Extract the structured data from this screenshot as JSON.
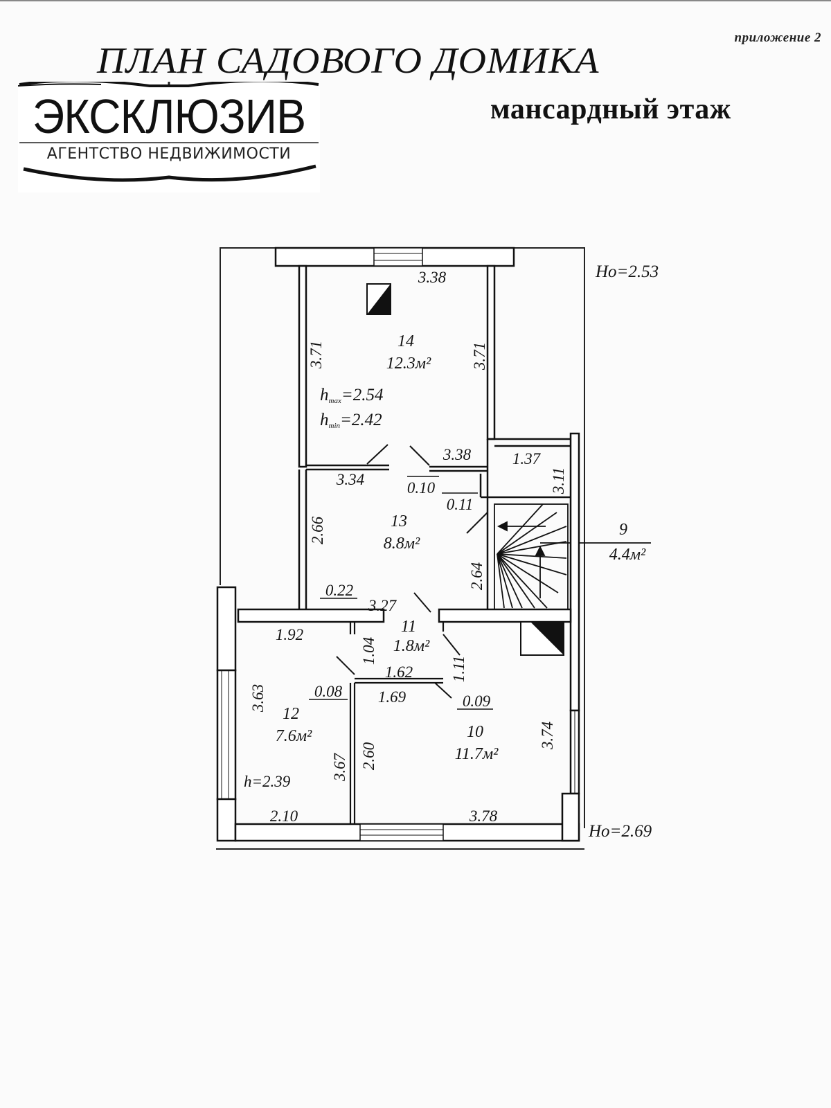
{
  "header": {
    "appendix": "приложение 2",
    "title": "ПЛАН САДОВОГО ДОМИКА",
    "subtitle": "мансардный этаж"
  },
  "logo": {
    "name": "ЭКСКЛЮЗИВ",
    "tagline": "АГЕНТСТВО НЕДВИЖИМОСТИ"
  },
  "plan": {
    "heights": {
      "top": "Ho=2.53",
      "bottom": "Ho=2.69"
    },
    "rooms": {
      "r14": {
        "number": "14",
        "area": "12.3м²",
        "hmax": "2.54",
        "hmin": "2.42"
      },
      "r13": {
        "number": "13",
        "area": "8.8м²"
      },
      "r9": {
        "number": "9",
        "area": "4.4м²"
      },
      "r11": {
        "number": "11",
        "area": "1.8м²"
      },
      "r12": {
        "number": "12",
        "area": "7.6м²",
        "height": "h=2.39"
      },
      "r10": {
        "number": "10",
        "area": "11.7м²"
      }
    },
    "dims": {
      "d1": "3.38",
      "d2": "3.71",
      "d3": "3.71",
      "d4": "3.38",
      "d5": "3.34",
      "d6": "0.10",
      "d7": "0.11",
      "d8": "1.37",
      "d9": "3.11",
      "d10": "2.66",
      "d11": "2.64",
      "d12": "0.22",
      "d13": "3.27",
      "d14": "1.92",
      "d15": "1.04",
      "d16": "1.62",
      "d17": "1.11",
      "d18": "0.08",
      "d19": "1.69",
      "d20": "0.09",
      "d21": "3.63",
      "d22": "3.67",
      "d23": "2.60",
      "d24": "3.74",
      "d25": "2.10",
      "d26": "3.78"
    }
  }
}
